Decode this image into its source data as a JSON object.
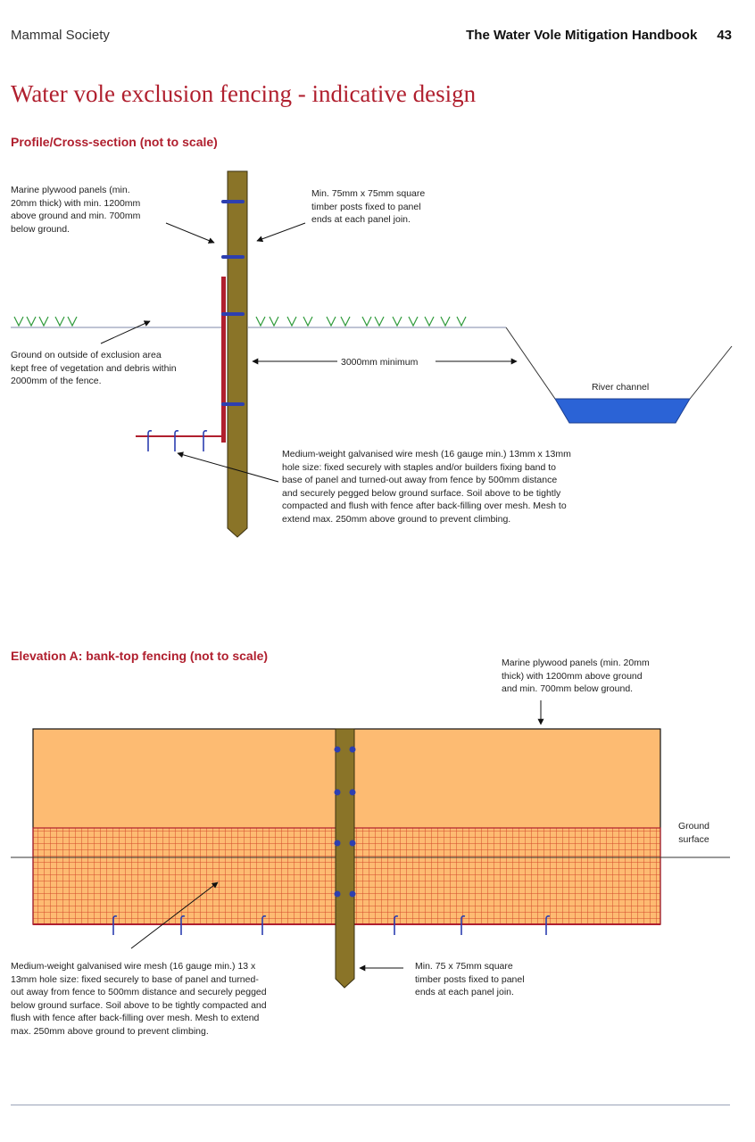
{
  "header": {
    "publisher": "Mammal Society",
    "book_title": "The Water Vole Mitigation Handbook",
    "page_number": "43"
  },
  "page_title": "Water vole exclusion fencing - indicative design",
  "profile": {
    "section_title": "Profile/Cross-section (not to scale)",
    "labels": {
      "plywood": [
        "Marine plywood panels (min.",
        "20mm thick) with min. 1200mm",
        "above ground and min. 700mm",
        "below ground."
      ],
      "posts": [
        "Min. 75mm x 75mm square",
        "timber posts fixed to panel",
        "ends at each panel join."
      ],
      "ground": [
        "Ground on outside of exclusion area",
        "kept free of vegetation and debris within",
        "2000mm of the fence."
      ],
      "distance": "3000mm minimum",
      "river": "River channel",
      "mesh": [
        "Medium-weight galvanised wire mesh (16 gauge min.) 13mm x 13mm",
        "hole size: fixed securely with staples and/or builders fixing band to",
        "base of panel and turned-out away from fence by 500mm distance",
        "and securely pegged below ground surface. Soil above to be tightly",
        "compacted and flush with fence after back-filling over mesh. Mesh to",
        "extend max. 250mm above ground to prevent climbing."
      ]
    }
  },
  "elevation": {
    "section_title": "Elevation A: bank-top fencing (not to scale)",
    "labels": {
      "plywood": [
        "Marine plywood panels (min. 20mm",
        "thick) with 1200mm above ground",
        "and min. 700mm below ground."
      ],
      "ground": [
        "Ground",
        "surface"
      ],
      "mesh": [
        "Medium-weight galvanised wire mesh (16 gauge min.) 13 x",
        "13mm hole size: fixed securely to base of panel and turned-",
        "out away from fence to 500mm distance and securely pegged",
        "below ground surface. Soil above to be tightly compacted and",
        "flush with fence after back-filling over mesh. Mesh to extend",
        "max. 250mm above ground to prevent climbing."
      ],
      "posts": [
        "Min. 75 x 75mm square",
        "timber posts fixed to panel",
        "ends at each panel join."
      ]
    }
  },
  "colors": {
    "accent": "#b01f2e",
    "post": "#8a7428",
    "panel": "#fdbb72",
    "mesh": "#d44a2a",
    "water": "#2b63d6",
    "grass": "#2f9a3a",
    "bolt": "#2d3fb0",
    "ground_line": "#7d8aa8"
  }
}
